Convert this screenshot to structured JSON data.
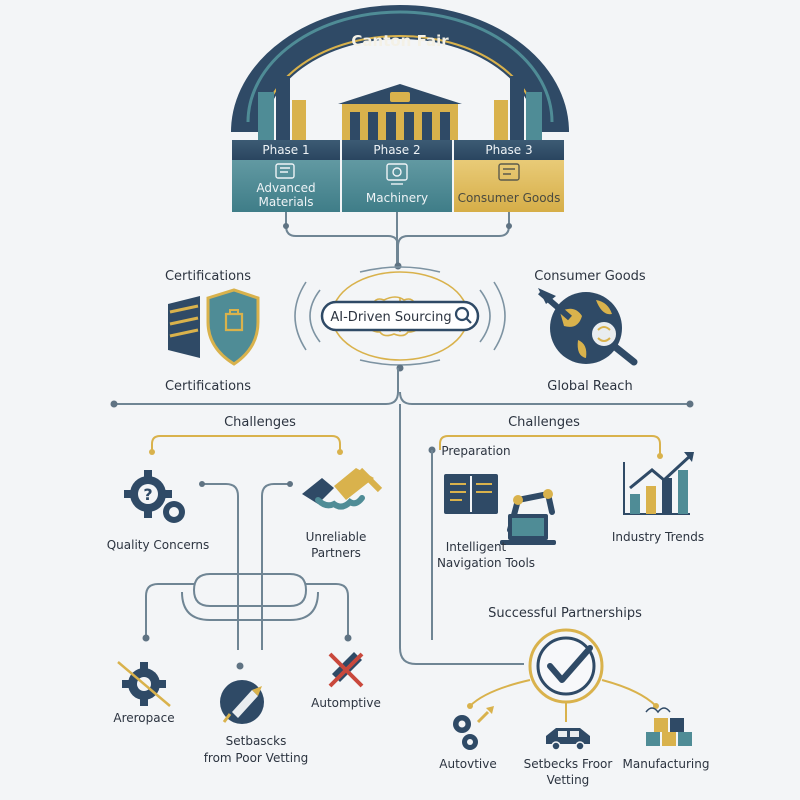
{
  "banner": "Canton Fair",
  "phases": [
    {
      "title": "Phase 1",
      "label_lines": [
        "Advanced",
        "Materials"
      ]
    },
    {
      "title": "Phase 2",
      "label_lines": [
        "Machinery"
      ]
    },
    {
      "title": "Phase 3",
      "label_lines": [
        "Consumer Goods"
      ]
    }
  ],
  "hub": {
    "label": "AI-Driven Sourcing"
  },
  "left_top": {
    "heading": "Certifications",
    "caption": "Certifications"
  },
  "right_top": {
    "heading": "Consumer Goods",
    "caption": "Global Reach"
  },
  "left_branch": {
    "heading": "Challenges",
    "quality": "Quality Concerns",
    "unreliable_lines": [
      "Unreliable",
      "Partners"
    ],
    "aerospace": "Areropace",
    "setbacks_lines": [
      "Setbascks",
      "from Poor Vetting"
    ],
    "automotive": "Automptive"
  },
  "right_branch": {
    "heading": "Challenges",
    "preparation": "Preparation",
    "nav_lines": [
      "Intelligent",
      "Navigation Tools"
    ],
    "trends": "Industry Trends",
    "partnerships": "Successful Partnerships",
    "autovtive": "Autovtive",
    "setbacks_lines": [
      "Setbecks Froor",
      "Vetting"
    ],
    "manufacturing": "Manufacturing"
  },
  "colors": {
    "navy": "#2f4a66",
    "teal": "#4f8c96",
    "gold": "#d9b24c",
    "line": "#6f8594",
    "red": "#c9483c"
  }
}
